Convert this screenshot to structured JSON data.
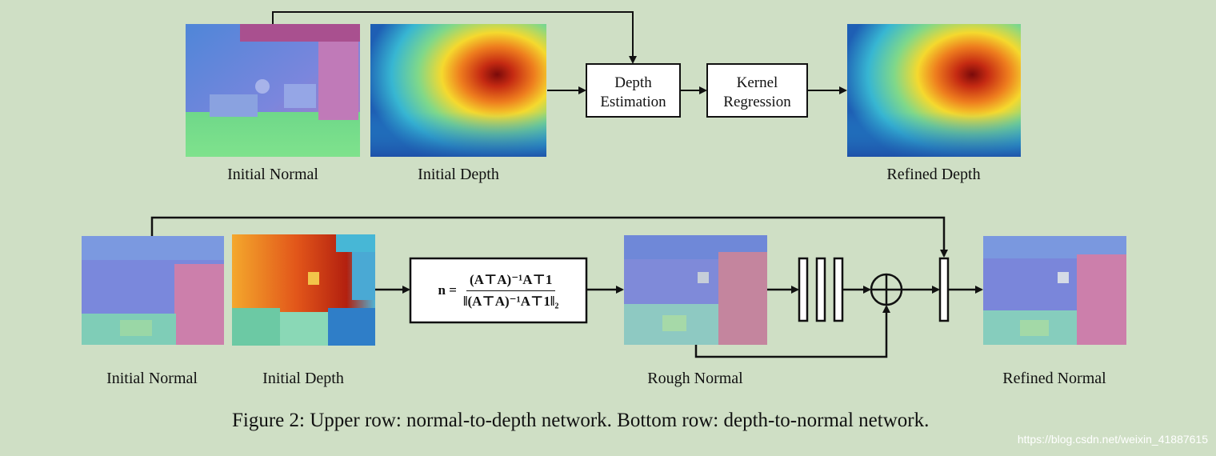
{
  "upper_row": {
    "initial_normal_label": "Initial Normal",
    "initial_depth_label": "Initial Depth",
    "depth_estimation_line1": "Depth",
    "depth_estimation_line2": "Estimation",
    "kernel_regression_line1": "Kernel",
    "kernel_regression_line2": "Regression",
    "refined_depth_label": "Refined Depth"
  },
  "bottom_row": {
    "initial_normal_label": "Initial Normal",
    "initial_depth_label": "Initial Depth",
    "formula_lhs": "n =",
    "formula_numerator": "(A⊤A)⁻¹A⊤1",
    "formula_denominator": "‖(A⊤A)⁻¹A⊤1‖₂",
    "rough_normal_label": "Rough Normal",
    "refined_normal_label": "Refined Normal"
  },
  "caption": "Figure 2: Upper row: normal-to-depth network. Bottom row: depth-to-normal network.",
  "watermark": "https://blog.csdn.net/weixin_41887615",
  "colors": {
    "background": "#cfdfc5",
    "stroke": "#111111",
    "box_fill": "#ffffff"
  }
}
